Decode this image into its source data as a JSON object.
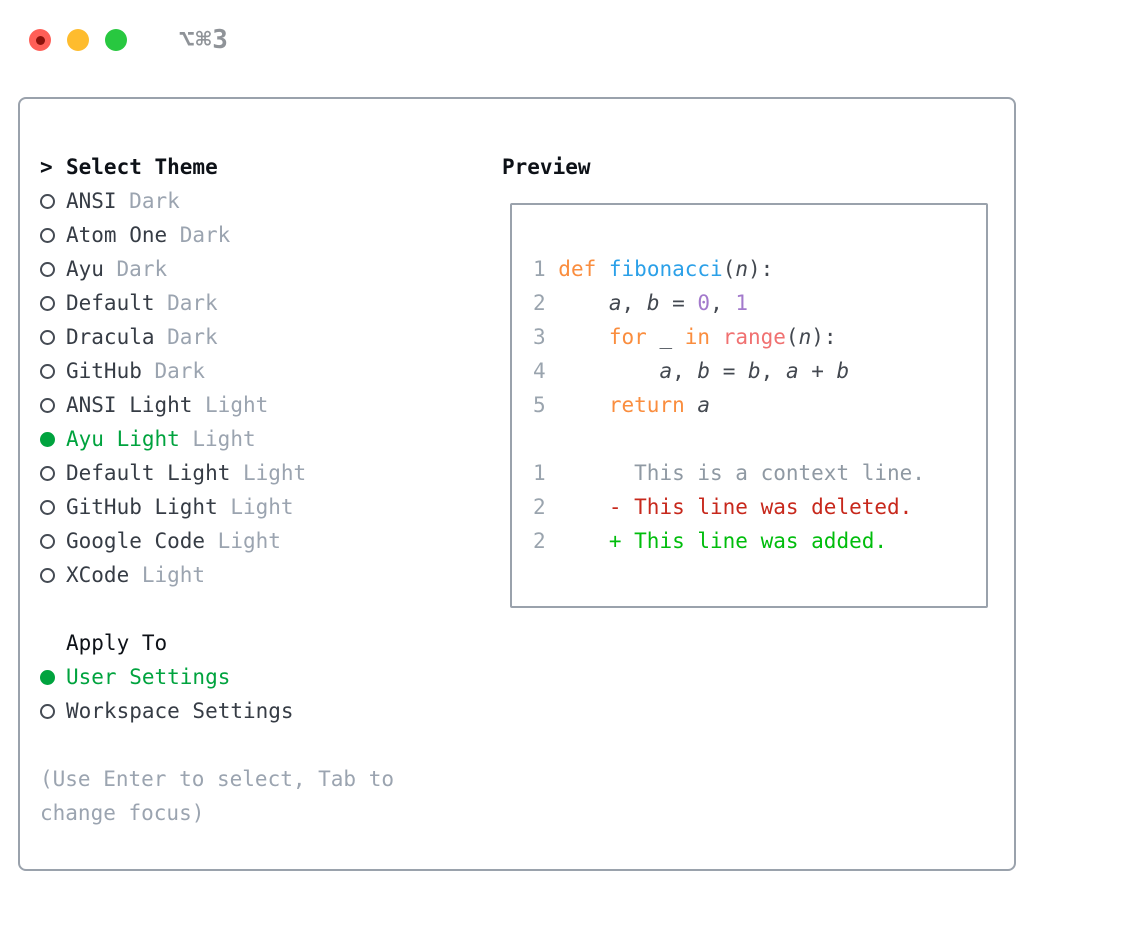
{
  "window": {
    "title": "⌥⌘3"
  },
  "theme_panel": {
    "header": {
      "marker": ">",
      "label": "Select Theme"
    },
    "themes": [
      {
        "name": "ANSI",
        "tag": "Dark",
        "selected": false
      },
      {
        "name": "Atom One",
        "tag": "Dark",
        "selected": false
      },
      {
        "name": "Ayu",
        "tag": "Dark",
        "selected": false
      },
      {
        "name": "Default",
        "tag": "Dark",
        "selected": false
      },
      {
        "name": "Dracula",
        "tag": "Dark",
        "selected": false
      },
      {
        "name": "GitHub",
        "tag": "Dark",
        "selected": false
      },
      {
        "name": "ANSI Light",
        "tag": "Light",
        "selected": false
      },
      {
        "name": "Ayu Light",
        "tag": "Light",
        "selected": true
      },
      {
        "name": "Default Light",
        "tag": "Light",
        "selected": false
      },
      {
        "name": "GitHub Light",
        "tag": "Light",
        "selected": false
      },
      {
        "name": "Google Code",
        "tag": "Light",
        "selected": false
      },
      {
        "name": "XCode",
        "tag": "Light",
        "selected": false
      }
    ],
    "apply_to": {
      "label": "Apply To",
      "options": [
        {
          "name": "User Settings",
          "selected": true
        },
        {
          "name": "Workspace Settings",
          "selected": false
        }
      ]
    },
    "hint": "(Use Enter to select, Tab to change focus)"
  },
  "preview": {
    "label": "Preview",
    "lines": [
      {
        "tokens": [
          {
            "t": "ln",
            "s": "1 "
          },
          {
            "t": "kw",
            "s": "def"
          },
          {
            "t": "pl",
            "s": " "
          },
          {
            "t": "fn",
            "s": "fibonacci"
          },
          {
            "t": "pl",
            "s": "("
          },
          {
            "t": "va",
            "s": "n"
          },
          {
            "t": "pl",
            "s": "):"
          }
        ]
      },
      {
        "tokens": [
          {
            "t": "ln",
            "s": "2 "
          },
          {
            "t": "pl",
            "s": "    "
          },
          {
            "t": "va",
            "s": "a"
          },
          {
            "t": "pl",
            "s": ", "
          },
          {
            "t": "va",
            "s": "b"
          },
          {
            "t": "pl",
            "s": " = "
          },
          {
            "t": "nu",
            "s": "0"
          },
          {
            "t": "pl",
            "s": ", "
          },
          {
            "t": "nu",
            "s": "1"
          }
        ]
      },
      {
        "tokens": [
          {
            "t": "ln",
            "s": "3 "
          },
          {
            "t": "pl",
            "s": "    "
          },
          {
            "t": "kw",
            "s": "for"
          },
          {
            "t": "pl",
            "s": " _ "
          },
          {
            "t": "kw",
            "s": "in"
          },
          {
            "t": "pl",
            "s": " "
          },
          {
            "t": "ca",
            "s": "range"
          },
          {
            "t": "pl",
            "s": "("
          },
          {
            "t": "va",
            "s": "n"
          },
          {
            "t": "pl",
            "s": "):"
          }
        ]
      },
      {
        "tokens": [
          {
            "t": "ln",
            "s": "4 "
          },
          {
            "t": "pl",
            "s": "        "
          },
          {
            "t": "va",
            "s": "a"
          },
          {
            "t": "pl",
            "s": ", "
          },
          {
            "t": "va",
            "s": "b"
          },
          {
            "t": "pl",
            "s": " = "
          },
          {
            "t": "va",
            "s": "b"
          },
          {
            "t": "pl",
            "s": ", "
          },
          {
            "t": "va",
            "s": "a"
          },
          {
            "t": "pl",
            "s": " + "
          },
          {
            "t": "va",
            "s": "b"
          }
        ]
      },
      {
        "tokens": [
          {
            "t": "ln",
            "s": "5 "
          },
          {
            "t": "pl",
            "s": "    "
          },
          {
            "t": "kw",
            "s": "return"
          },
          {
            "t": "pl",
            "s": " "
          },
          {
            "t": "va",
            "s": "a"
          }
        ]
      },
      {
        "tokens": []
      },
      {
        "tokens": [
          {
            "t": "ln",
            "s": "1 "
          },
          {
            "t": "ctx",
            "s": "      This is a context line."
          }
        ]
      },
      {
        "tokens": [
          {
            "t": "ln",
            "s": "2 "
          },
          {
            "t": "del",
            "s": "    - This line was deleted."
          }
        ]
      },
      {
        "tokens": [
          {
            "t": "ln",
            "s": "2 "
          },
          {
            "t": "add",
            "s": "    + This line was added."
          }
        ]
      }
    ]
  },
  "colors": {
    "window_bg": "#ffffff",
    "panel_border": "#9aa2ac",
    "titlebar_title": "#8f9398",
    "traffic_red": "#ff5f57",
    "traffic_red_dot": "#8c120b",
    "traffic_yellow": "#febc2e",
    "traffic_green": "#28c840",
    "header_text": "#0d1117",
    "item_text": "#363c45",
    "tag_text": "#9ba4b0",
    "selected_green": "#00a33e",
    "hint_text": "#9ba4b0",
    "circle_ring": "#454b54",
    "line_number": "#9aa4ae",
    "code_plain": "#434850",
    "kw_orange": "#fa8d3e",
    "fn_blue": "#2ba0e8",
    "num_purple": "#a37acc",
    "call_pink": "#f07171",
    "diff_context": "#8f99a3",
    "diff_del": "#c7281c",
    "diff_add": "#00bd0c"
  }
}
